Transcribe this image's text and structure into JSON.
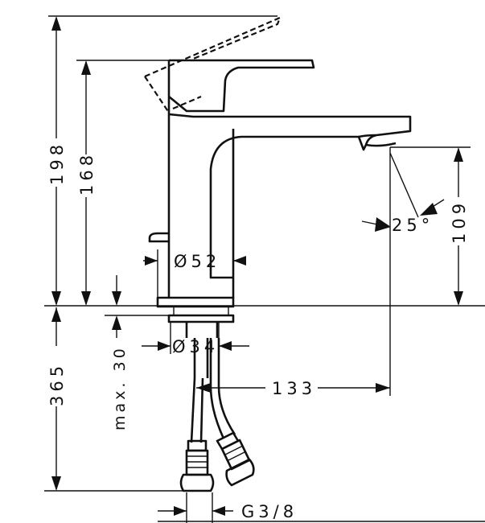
{
  "dimensions": {
    "total_height": "198",
    "spout_top_height": "168",
    "spout_outlet_height": "109",
    "below_deck_length": "365",
    "deck_thickness": "max. 30",
    "body_diameter": "Ø52",
    "shank_diameter": "Ø34",
    "spout_reach": "133",
    "spray_angle": "25°",
    "connection_thread": "G3/8"
  }
}
